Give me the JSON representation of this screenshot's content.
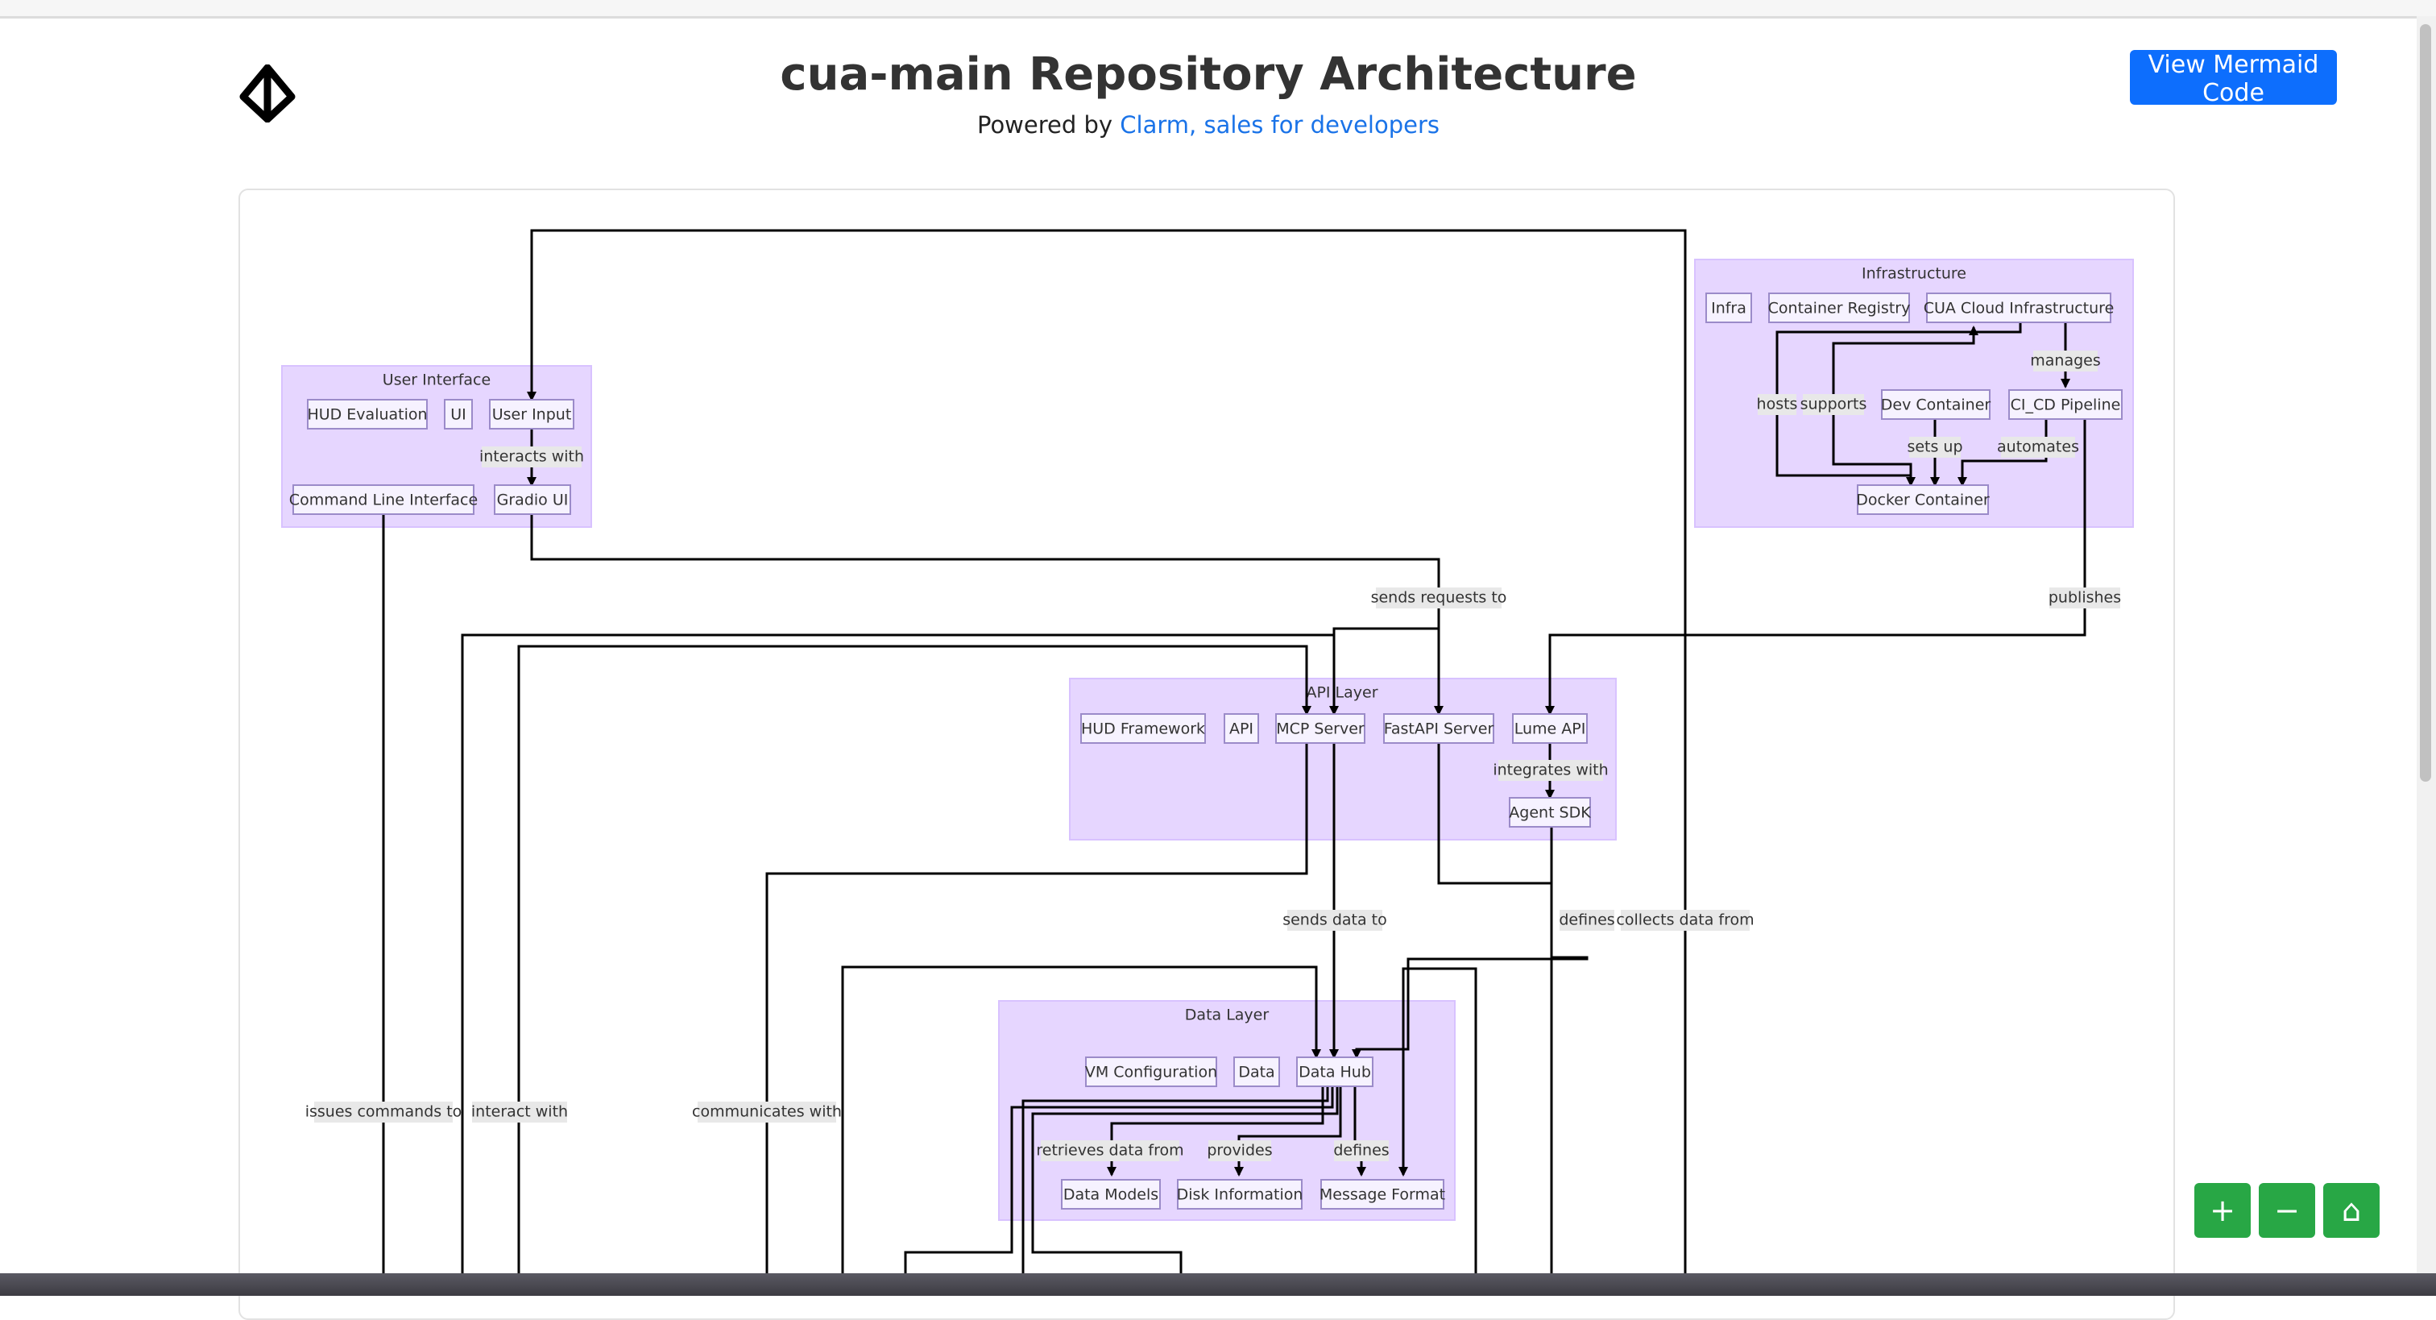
{
  "header": {
    "title": "cua-main Repository Architecture",
    "powered_by": "Powered by",
    "link_text": "Clarm, sales for developers",
    "view_code_button": "View Mermaid Code"
  },
  "subgraphs": {
    "ui": "User Interface",
    "infra": "Infrastructure",
    "api": "API Layer",
    "data": "Data Layer"
  },
  "nodes": {
    "hud_evaluation": "HUD Evaluation",
    "ui": "UI",
    "user_input": "User Input",
    "cli": "Command Line Interface",
    "gradio_ui": "Gradio UI",
    "infra": "Infra",
    "container_registry": "Container Registry",
    "cua_cloud": "CUA Cloud Infrastructure",
    "dev_container": "Dev Container",
    "ci_cd": "CI_CD Pipeline",
    "docker_container": "Docker Container",
    "hud_framework": "HUD Framework",
    "api": "API",
    "mcp_server": "MCP Server",
    "fastapi_server": "FastAPI Server",
    "lume_api": "Lume API",
    "agent_sdk": "Agent SDK",
    "vm_config": "VM Configuration",
    "data": "Data",
    "data_hub": "Data Hub",
    "data_models": "Data Models",
    "disk_info": "Disk Information",
    "message_format": "Message Format"
  },
  "edge_labels": {
    "interacts_with": "interacts with",
    "sends_requests_to": "sends requests to",
    "manages": "manages",
    "hosts": "hosts",
    "supports": "supports",
    "sets_up": "sets up",
    "automates": "automates",
    "publishes": "publishes",
    "integrates_with": "integrates with",
    "sends_data_to": "sends data to",
    "defines": "defines",
    "collects_data_from": "collects data from",
    "issues_commands_to": "issues commands to",
    "interact_with": "interact with",
    "communicates_with": "communicates with",
    "retrieves_data_from": "retrieves data from",
    "provides": "provides",
    "defines_2": "defines"
  },
  "zoom_controls": {
    "zoom_in": "+",
    "zoom_out": "−",
    "home_icon": "⌂"
  },
  "colors": {
    "accent_blue": "#0d6efd",
    "zoom_green": "#28a745",
    "subgraph_fill": "#e6d6ff"
  }
}
